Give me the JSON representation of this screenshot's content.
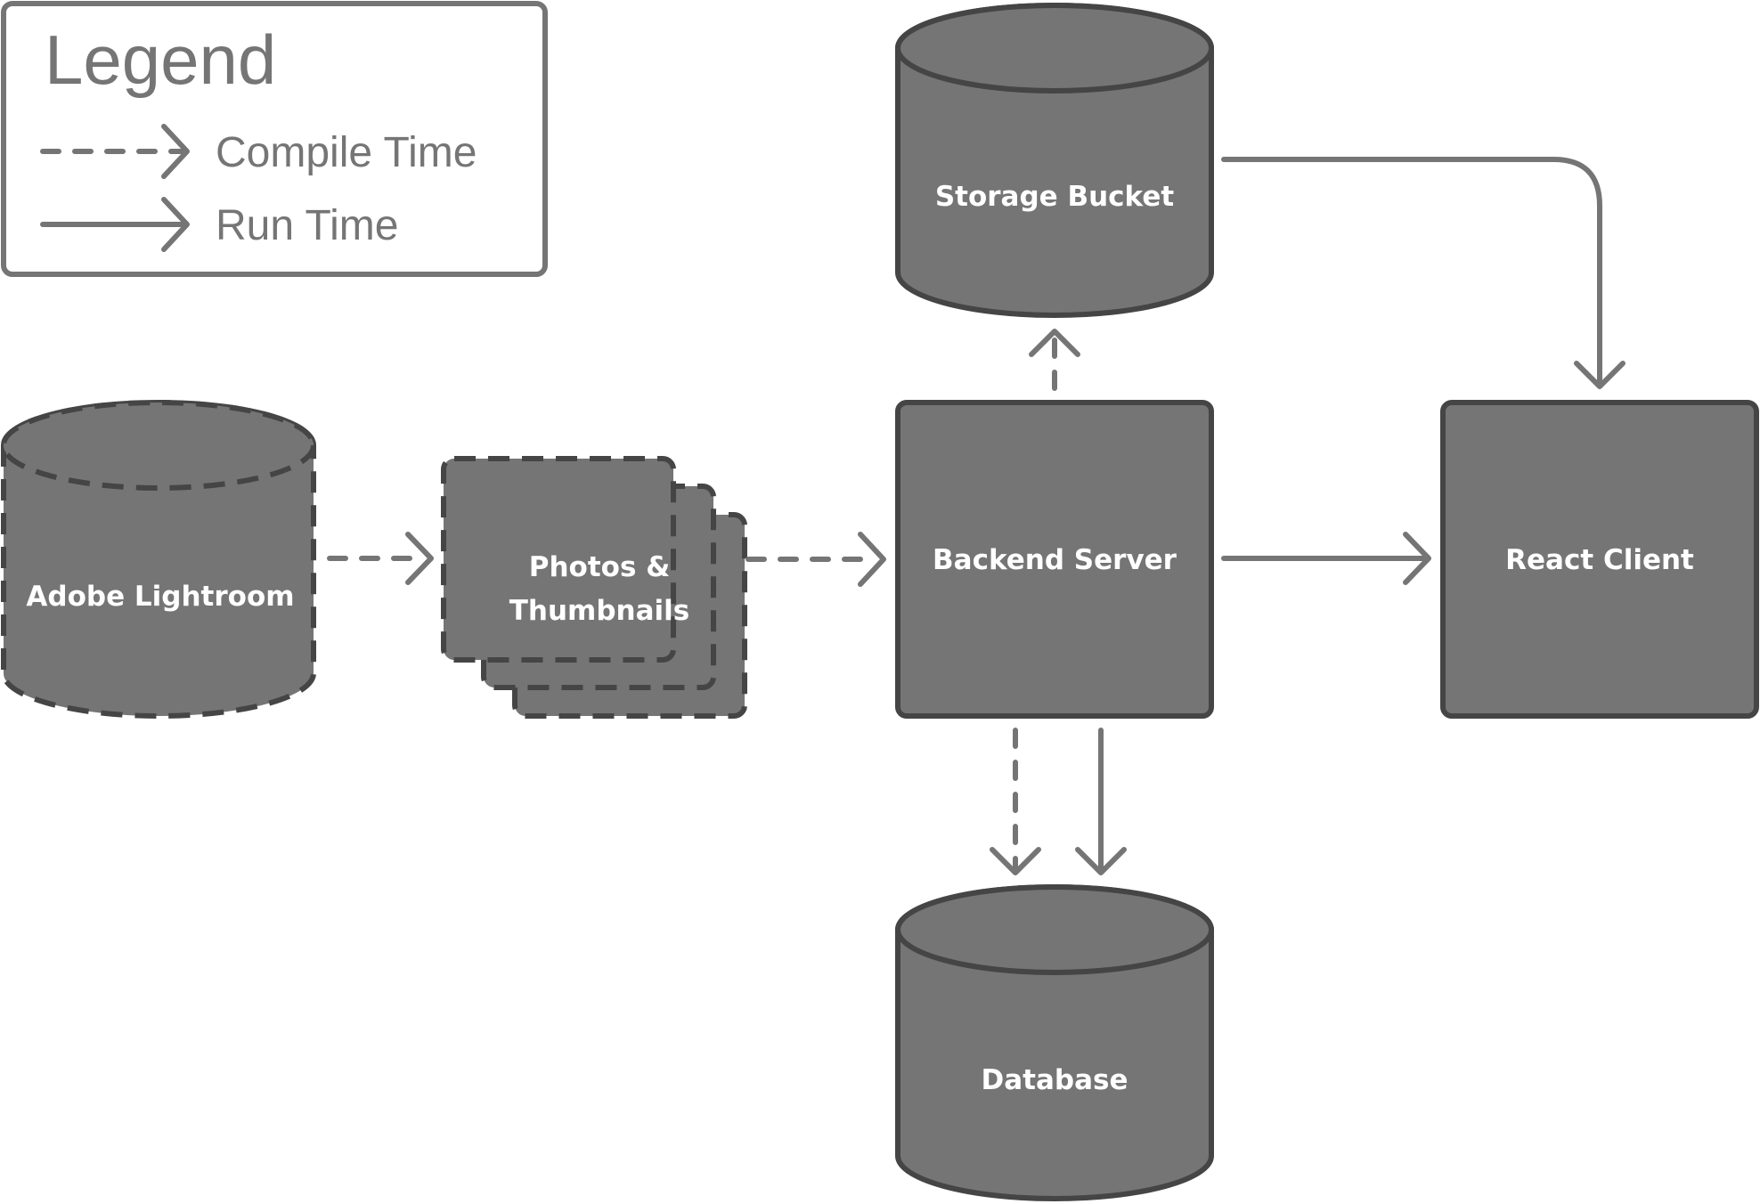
{
  "legend": {
    "title": "Legend",
    "compile_time_label": "Compile Time",
    "run_time_label": "Run Time"
  },
  "nodes": {
    "adobe_lightroom": "Adobe Lightroom",
    "photos_line1": "Photos &",
    "photos_line2": "Thumbnails",
    "backend_server": "Backend Server",
    "storage_bucket": "Storage Bucket",
    "react_client": "React Client",
    "database": "Database"
  },
  "colors": {
    "node_fill": "#757575",
    "node_stroke": "#454545",
    "edge": "#757575",
    "label_text": "#ffffff"
  }
}
